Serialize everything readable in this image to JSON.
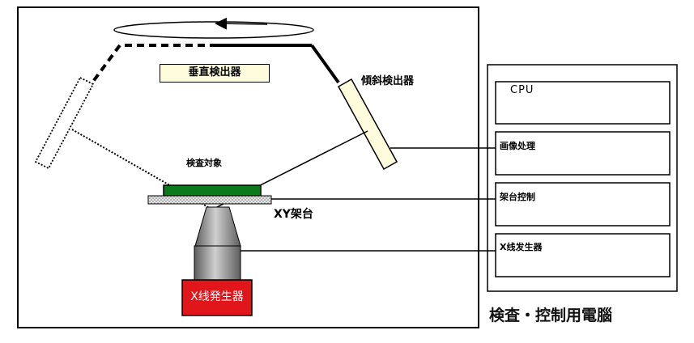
{
  "labels": {
    "vertical_detector": "垂直検出器",
    "tilt_detector": "傾斜検出器",
    "inspection_object": "検査対象",
    "xy_stage": "XY架台",
    "xray_generator": "X线発生器"
  },
  "control_panel": {
    "modules": [
      {
        "label": "CPU"
      },
      {
        "label": "画像处理"
      },
      {
        "label": "架台控制"
      },
      {
        "label": "X线发生器"
      }
    ]
  },
  "caption": "検査・控制用電腦",
  "colors": {
    "detector_fill": "#fffbdd",
    "object_fill": "#0b7a1a",
    "stage_fill": "#d6d6d6",
    "generator_fill": "#e0161b",
    "tube_gray": "#8c8c8c"
  }
}
